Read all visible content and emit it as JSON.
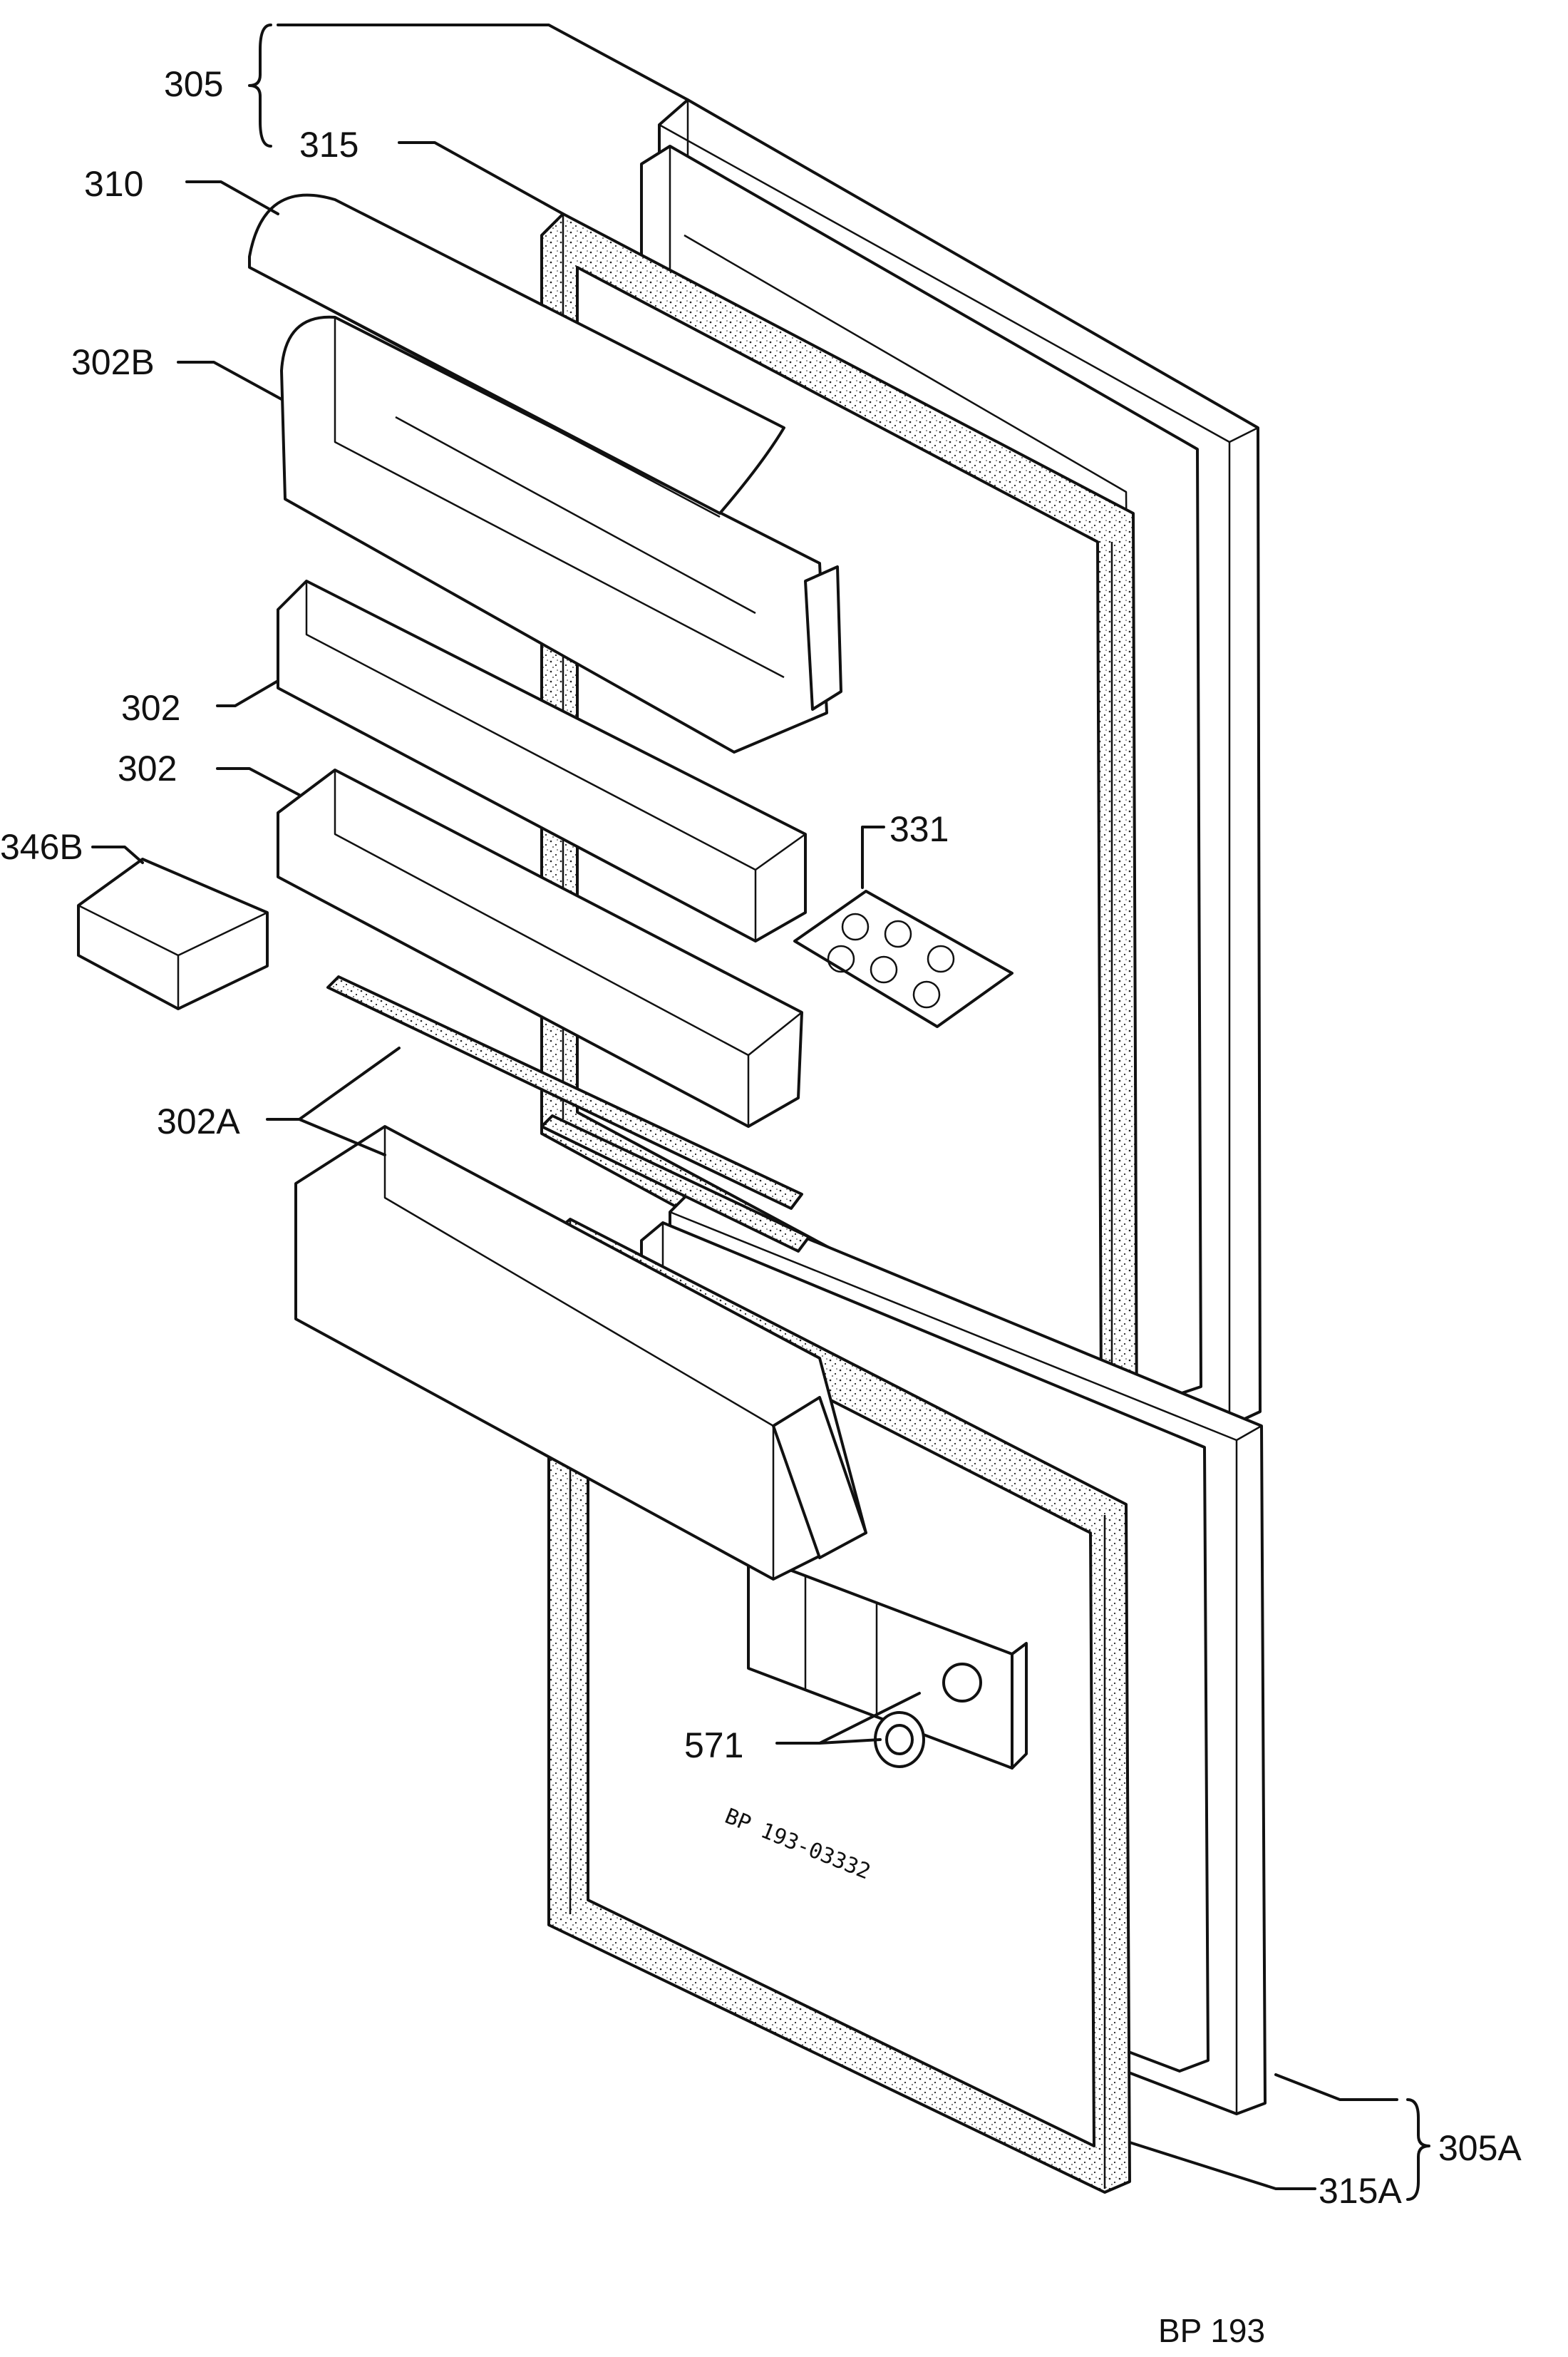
{
  "diagram": {
    "callouts": [
      {
        "id": "c305",
        "label": "305"
      },
      {
        "id": "c315",
        "label": "315"
      },
      {
        "id": "c310",
        "label": "310"
      },
      {
        "id": "c302B",
        "label": "302B"
      },
      {
        "id": "c302a",
        "label": "302"
      },
      {
        "id": "c302b",
        "label": "302"
      },
      {
        "id": "c346B",
        "label": "346B"
      },
      {
        "id": "c331",
        "label": "331"
      },
      {
        "id": "c302A",
        "label": "302A"
      },
      {
        "id": "c571",
        "label": "571"
      },
      {
        "id": "c305A",
        "label": "305A"
      },
      {
        "id": "c315A",
        "label": "315A"
      }
    ],
    "stamp": "BP 193-03332",
    "footer": "BP 193"
  }
}
